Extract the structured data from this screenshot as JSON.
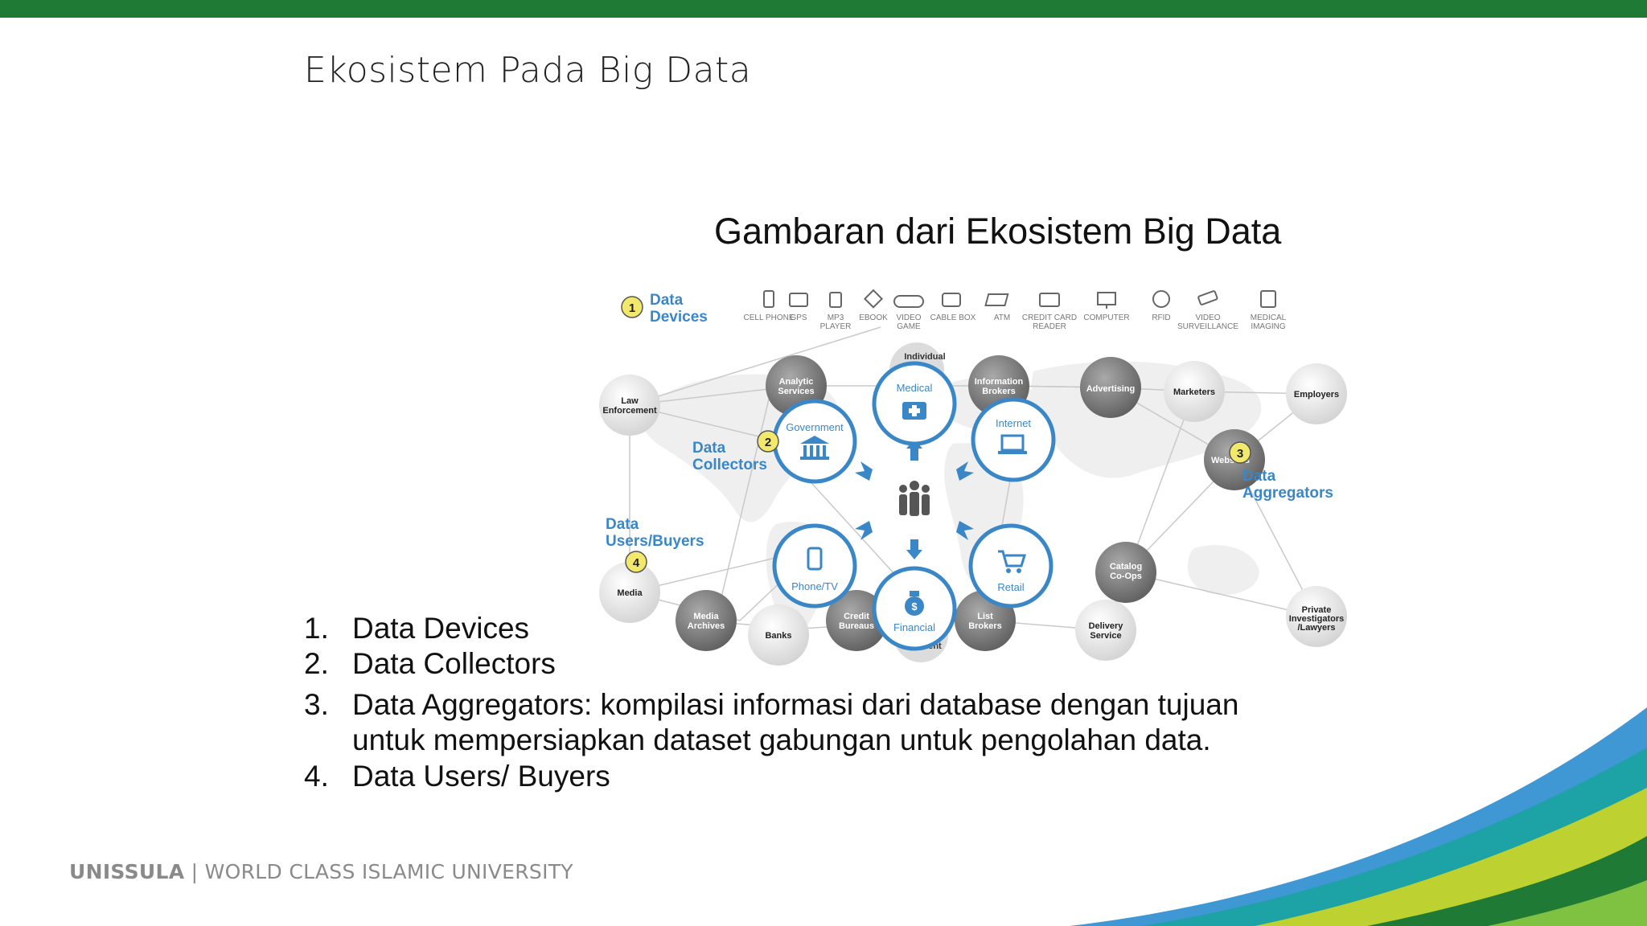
{
  "slide": {
    "title": "Ekosistem Pada Big Data",
    "figure_title": "Gambaran dari Ekosistem Big Data",
    "list": [
      {
        "num": "1.",
        "text": "Data Devices"
      },
      {
        "num": "2.",
        "text": "Data Collectors"
      },
      {
        "num": "3.",
        "text": "Data Aggregators: kompilasi informasi dari database dengan tujuan",
        "cont": "untuk mempersiapkan dataset gabungan untuk pengolahan data."
      },
      {
        "num": "4.",
        "text": "Data Users/ Buyers"
      }
    ],
    "footer": {
      "brand": "UNISSULA",
      "sep": " | ",
      "tagline": "WORLD CLASS ISLAMIC UNIVERSITY"
    }
  },
  "colors": {
    "green_bar": "#1e7a34",
    "accent_blue": "#3a87c8",
    "node_gray": "#7a7a7a",
    "badge_yellow": "#f2e86b"
  },
  "diagram": {
    "sections": [
      {
        "badge": "1",
        "line1": "Data",
        "line2": "Devices"
      },
      {
        "badge": "2",
        "line1": "Data",
        "line2": "Collectors"
      },
      {
        "badge": "3",
        "line1": "Data",
        "line2": "Aggregators"
      },
      {
        "badge": "4",
        "line1": "Data",
        "line2": "Users/Buyers"
      }
    ],
    "devices": [
      {
        "label": "CELL PHONE",
        "icon": "cell-phone-icon"
      },
      {
        "label": "GPS",
        "icon": "gps-icon"
      },
      {
        "label": "MP3",
        "label2": "PLAYER",
        "icon": "mp3-player-icon"
      },
      {
        "label": "EBOOK",
        "icon": "ebook-icon"
      },
      {
        "label": "VIDEO",
        "label2": "GAME",
        "icon": "video-game-icon"
      },
      {
        "label": "CABLE BOX",
        "icon": "cable-box-icon"
      },
      {
        "label": "ATM",
        "icon": "atm-icon"
      },
      {
        "label": "CREDIT CARD",
        "label2": "READER",
        "icon": "credit-card-reader-icon"
      },
      {
        "label": "COMPUTER",
        "icon": "computer-icon"
      },
      {
        "label": "RFID",
        "icon": "rfid-icon"
      },
      {
        "label": "VIDEO",
        "label2": "SURVEILLANCE",
        "icon": "video-surveillance-icon"
      },
      {
        "label": "MEDICAL",
        "label2": "IMAGING",
        "icon": "medical-imaging-icon"
      }
    ],
    "collectors": [
      {
        "label": "Medical",
        "icon": "medical-kit-icon"
      },
      {
        "label": "Government",
        "icon": "government-building-icon"
      },
      {
        "label": "Internet",
        "icon": "laptop-icon"
      },
      {
        "label": "Phone/TV",
        "icon": "phone-icon"
      },
      {
        "label": "Retail",
        "icon": "shopping-cart-icon"
      },
      {
        "label": "Financial",
        "icon": "money-bag-icon"
      }
    ],
    "gray_nodes": [
      {
        "l1": "Analytic",
        "l2": "Services"
      },
      {
        "l1": "Individual",
        "l2": ""
      },
      {
        "l1": "Information",
        "l2": "Brokers"
      },
      {
        "l1": "Advertising",
        "l2": ""
      },
      {
        "l1": "Websites",
        "l2": ""
      },
      {
        "l1": "Catalog",
        "l2": "Co-Ops"
      },
      {
        "l1": "Media",
        "l2": "Archives"
      },
      {
        "l1": "Credit",
        "l2": "Bureaus"
      },
      {
        "l1": "List",
        "l2": "Brokers"
      },
      {
        "l1": "...ment",
        "l2": ""
      }
    ],
    "light_nodes": [
      {
        "l1": "Law",
        "l2": "Enforcement"
      },
      {
        "l1": "Marketers",
        "l2": ""
      },
      {
        "l1": "Employers",
        "l2": ""
      },
      {
        "l1": "Media",
        "l2": ""
      },
      {
        "l1": "Banks",
        "l2": ""
      },
      {
        "l1": "Delivery",
        "l2": "Service"
      },
      {
        "l1": "Private",
        "l2": "Investigators",
        "l3": "/Lawyers"
      }
    ]
  }
}
